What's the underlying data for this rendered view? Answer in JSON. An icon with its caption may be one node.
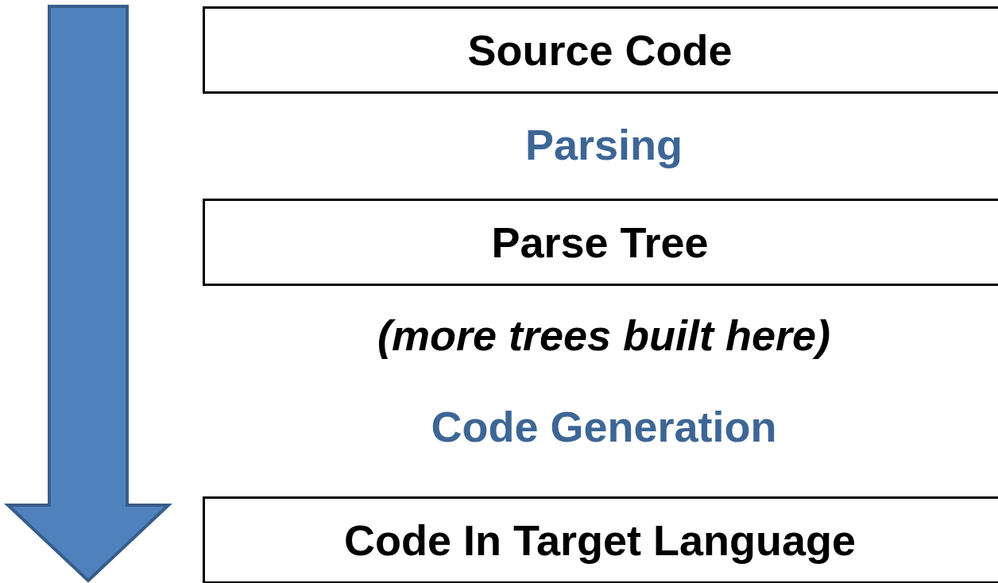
{
  "diagram": {
    "nodes": [
      {
        "text": [
          "Source Code"
        ]
      },
      {
        "text": [
          "Parse Tree"
        ]
      },
      {
        "text": [
          "Code In Target Language"
        ]
      }
    ],
    "labels": [
      "Parsing",
      "(more trees built here)",
      "Code Generation"
    ]
  }
}
